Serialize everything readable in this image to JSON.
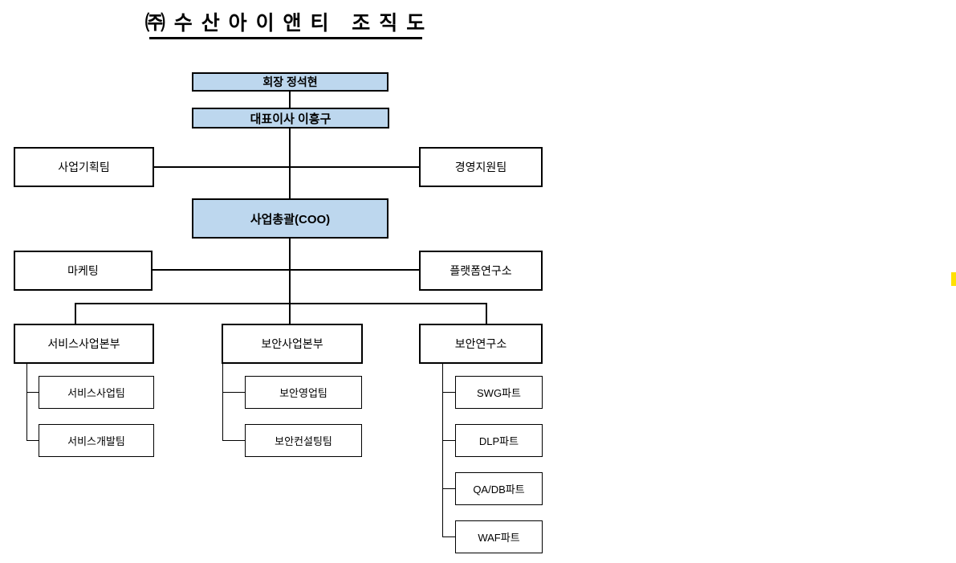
{
  "title": "㈜ 수 산 아 이 앤 티   조 직 도",
  "colors": {
    "box_fill_blue": "#BDD7EE",
    "box_border": "#000000",
    "connector_line": "#000000",
    "highlight_mark": "#FFE100",
    "text": "#000000",
    "background": "#FFFFFF"
  },
  "nodes": {
    "chairman": {
      "label": "회장 정석현"
    },
    "ceo": {
      "label": "대표이사 이흥구"
    },
    "biz_planning": {
      "label": "사업기획팀"
    },
    "mgmt_support": {
      "label": "경영지원팀"
    },
    "coo": {
      "label": "사업총괄(COO)"
    },
    "marketing": {
      "label": "마케팅"
    },
    "platform_lab": {
      "label": "플랫폼연구소"
    },
    "service_div": {
      "label": "서비스사업본부"
    },
    "security_div": {
      "label": "보안사업본부"
    },
    "security_lab": {
      "label": "보안연구소"
    },
    "service_biz_team": {
      "label": "서비스사업팀"
    },
    "service_dev_team": {
      "label": "서비스개발팀"
    },
    "security_sales_team": {
      "label": "보안영업팀"
    },
    "security_consulting_team": {
      "label": "보안컨설팅팀"
    },
    "swg_part": {
      "label": "SWG파트"
    },
    "dlp_part": {
      "label": "DLP파트"
    },
    "qa_db_part": {
      "label": "QA/DB파트"
    },
    "waf_part": {
      "label": "WAF파트"
    }
  },
  "hierarchy": {
    "edges": [
      [
        "chairman",
        "ceo"
      ],
      [
        "ceo",
        "biz_planning"
      ],
      [
        "ceo",
        "mgmt_support"
      ],
      [
        "ceo",
        "coo"
      ],
      [
        "coo",
        "marketing"
      ],
      [
        "coo",
        "platform_lab"
      ],
      [
        "coo",
        "service_div"
      ],
      [
        "coo",
        "security_div"
      ],
      [
        "coo",
        "security_lab"
      ],
      [
        "service_div",
        "service_biz_team"
      ],
      [
        "service_div",
        "service_dev_team"
      ],
      [
        "security_div",
        "security_sales_team"
      ],
      [
        "security_div",
        "security_consulting_team"
      ],
      [
        "security_lab",
        "swg_part"
      ],
      [
        "security_lab",
        "dlp_part"
      ],
      [
        "security_lab",
        "qa_db_part"
      ],
      [
        "security_lab",
        "waf_part"
      ]
    ]
  }
}
